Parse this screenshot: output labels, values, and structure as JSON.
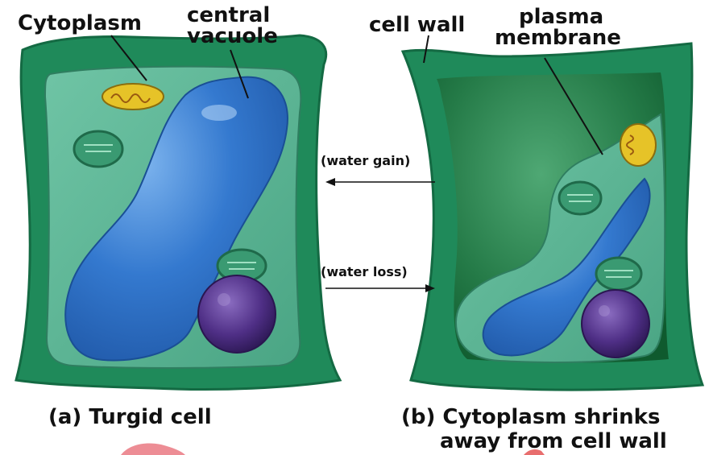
{
  "labels": {
    "cytoplasm": "Cytoplasm",
    "central_vacuole_1": "central",
    "central_vacuole_2": "vacuole",
    "cell_wall": "cell wall",
    "plasma_membrane_1": "plasma",
    "plasma_membrane_2": "membrane",
    "water_gain": "(water gain)",
    "water_loss": "(water loss)"
  },
  "captions": {
    "a": "(a)  Turgid cell",
    "b_line1": "(b) Cytoplasm shrinks",
    "b_line2": "away from cell wall"
  },
  "colors": {
    "cell_wall": "#1f8a5a",
    "cell_wall_dark": "#146a43",
    "cytoplasm": "#5fb89a",
    "cytoplasm_light": "#8fd3b8",
    "vacuole": "#2f73c9",
    "vacuole_light": "#6aa6e6",
    "nucleus": "#5b3b8e",
    "chloroplast": "#2f8f66",
    "mitochondrion": "#e6c328",
    "gap": "#1a6e3e"
  }
}
